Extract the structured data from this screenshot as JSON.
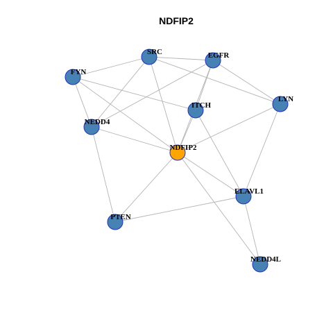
{
  "title": "NDFIP2",
  "colors": {
    "center_fill": "#FFA500",
    "node_fill": "#4682B4",
    "node_stroke": "#1F2FD0",
    "edge": "#B3B3B3"
  },
  "nodes": [
    {
      "id": "SRC",
      "label": "SRC",
      "center": false
    },
    {
      "id": "EGFR",
      "label": "EGFR",
      "center": false
    },
    {
      "id": "FYN",
      "label": "FYN",
      "center": false
    },
    {
      "id": "LYN",
      "label": "LYN",
      "center": false
    },
    {
      "id": "ITCH",
      "label": "ITCH",
      "center": false
    },
    {
      "id": "NEDD4",
      "label": "NEDD4",
      "center": false
    },
    {
      "id": "NDFIP2",
      "label": "NDFIP2",
      "center": true
    },
    {
      "id": "ELAVL1",
      "label": "ELAVL1",
      "center": false
    },
    {
      "id": "PTEN",
      "label": "PTEN",
      "center": false
    },
    {
      "id": "NEDD4L",
      "label": "NEDD4L",
      "center": false
    }
  ],
  "edges": [
    [
      "FYN",
      "SRC"
    ],
    [
      "FYN",
      "NEDD4"
    ],
    [
      "FYN",
      "ITCH"
    ],
    [
      "FYN",
      "NDFIP2"
    ],
    [
      "SRC",
      "EGFR"
    ],
    [
      "SRC",
      "LYN"
    ],
    [
      "SRC",
      "NEDD4"
    ],
    [
      "SRC",
      "NDFIP2"
    ],
    [
      "EGFR",
      "LYN"
    ],
    [
      "EGFR",
      "NEDD4"
    ],
    [
      "EGFR",
      "ITCH"
    ],
    [
      "EGFR",
      "NDFIP2"
    ],
    [
      "ITCH",
      "NDFIP2"
    ],
    [
      "ITCH",
      "ELAVL1"
    ],
    [
      "LYN",
      "NDFIP2"
    ],
    [
      "LYN",
      "ELAVL1"
    ],
    [
      "NEDD4",
      "NDFIP2"
    ],
    [
      "NEDD4",
      "PTEN"
    ],
    [
      "NDFIP2",
      "ELAVL1"
    ],
    [
      "NDFIP2",
      "PTEN"
    ],
    [
      "NDFIP2",
      "NEDD4L"
    ],
    [
      "ELAVL1",
      "PTEN"
    ],
    [
      "ELAVL1",
      "NEDD4L"
    ]
  ]
}
